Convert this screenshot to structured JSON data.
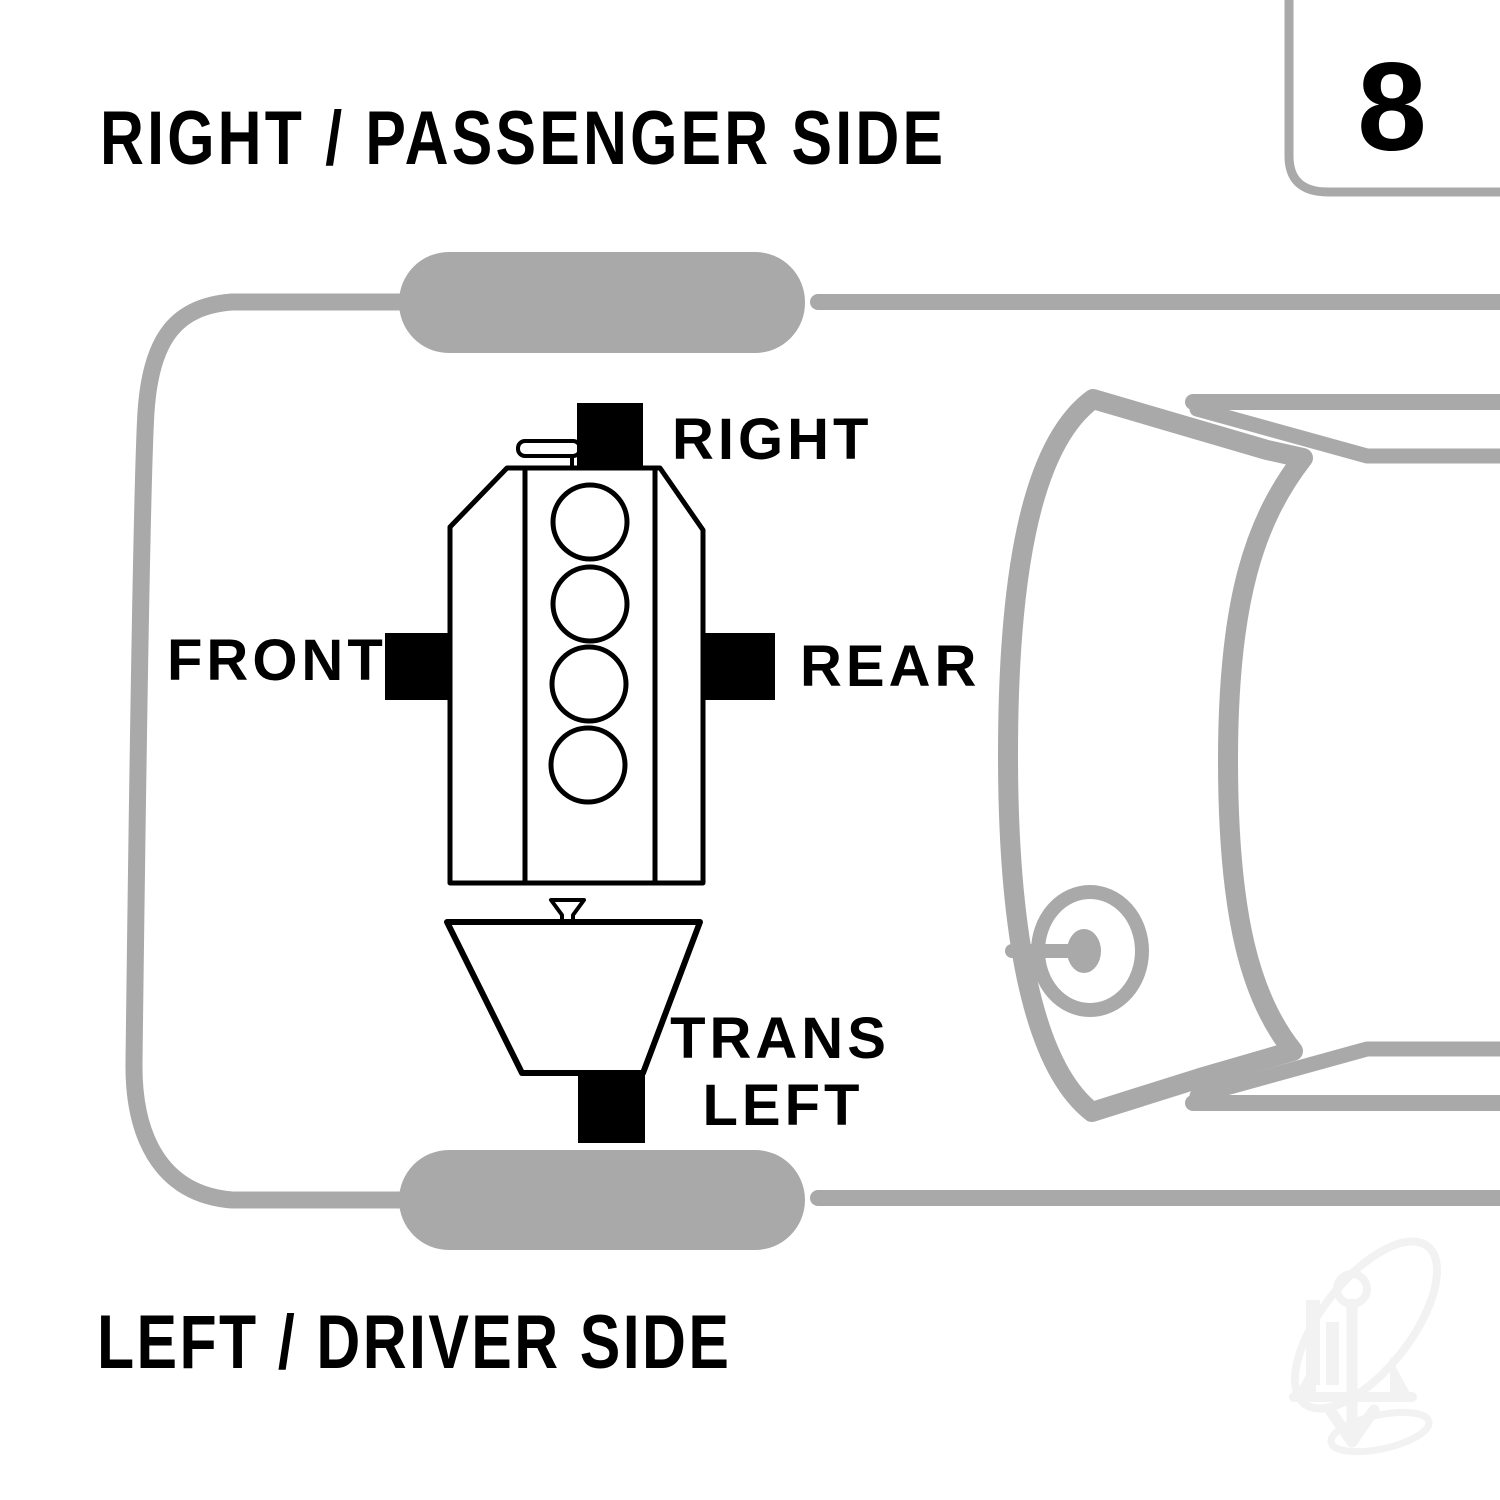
{
  "page": {
    "number": "8"
  },
  "titles": {
    "top": "RIGHT / PASSENGER SIDE",
    "bottom": "LEFT / DRIVER SIDE"
  },
  "mount_labels": {
    "right": "RIGHT",
    "front": "FRONT",
    "rear": "REAR",
    "trans_line1": "TRANS",
    "trans_line2": "LEFT"
  },
  "engine": {
    "cylinder_count": 4,
    "mount_count": 4
  },
  "colors": {
    "car_outline_gray": "#a9a9a9",
    "engine_line_black": "#000000",
    "mount_black": "#000000",
    "watermark_gray": "#f2f2f2",
    "background": "#ffffff"
  },
  "icons": {
    "watermark": "anchor-logo"
  }
}
